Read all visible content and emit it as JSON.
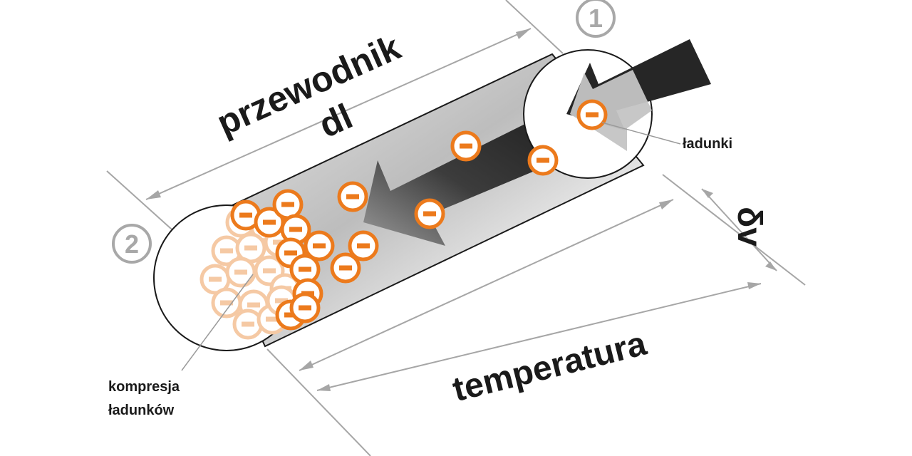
{
  "labels": {
    "conductor": "przewodnik",
    "length": "dl",
    "charges": "ładunki",
    "compression_line1": "kompresja",
    "compression_line2": "ładunków",
    "temperature": "temperatura",
    "delta_v": "δv",
    "point_1": "1",
    "point_2": "2"
  },
  "charge_symbol": "−",
  "colors": {
    "charge_orange": "#ec7a1c",
    "charge_faded": "#f5c9a4",
    "arrow_dark": "#2d2d2d",
    "dimension_gray": "#a6a6a6",
    "text_dark": "#1a1a1a"
  }
}
